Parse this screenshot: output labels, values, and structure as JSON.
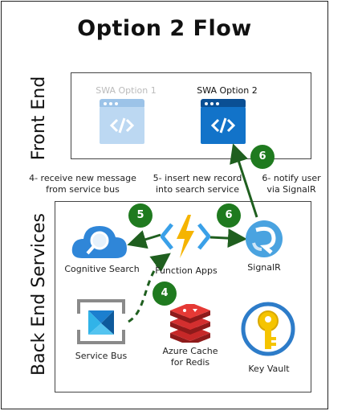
{
  "title": "Option 2 Flow",
  "sections": {
    "front_end": "Front End",
    "back_end": "Back End Services"
  },
  "front_end_apps": [
    {
      "label": "SWA Option 1",
      "state": "faded"
    },
    {
      "label": "SWA Option 2",
      "state": "active"
    }
  ],
  "steps": [
    {
      "line1": "4- receive new message",
      "line2": "from service bus"
    },
    {
      "line1": "5- insert new record",
      "line2": "into search service"
    },
    {
      "line1": "6- notify user",
      "line2": "via SignalR"
    }
  ],
  "services": {
    "cognitive_search": "Cognitive Search",
    "function_apps": "Function Apps",
    "signalr": "SignalR",
    "service_bus": "Service Bus",
    "redis_line1": "Azure Cache",
    "redis_line2": "for Redis",
    "key_vault": "Key Vault"
  },
  "badges": {
    "b4": "4",
    "b5": "5",
    "b6_back": "6",
    "b6_front": "6"
  },
  "colors": {
    "arrow": "#1f5f1f",
    "badge": "#1f7a1f",
    "azure_blue": "#0f6cbd",
    "faded_blue": "#9cc3e8"
  }
}
